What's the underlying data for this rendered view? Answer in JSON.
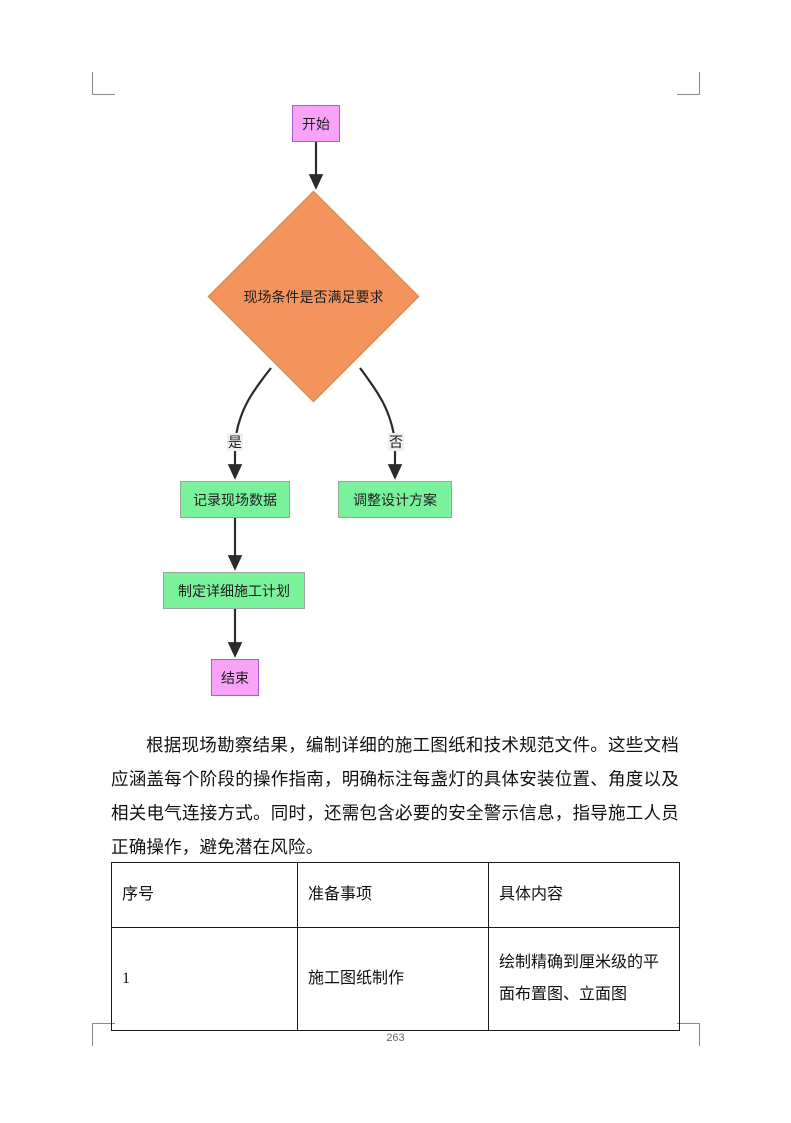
{
  "document": {
    "page_number": "263",
    "paragraph": "根据现场勘察结果，编制详细的施工图纸和技术规范文件。这些文档应涵盖每个阶段的操作指南，明确标注每盏灯的具体安装位置、角度以及相关电气连接方式。同时，还需包含必要的安全警示信息，指导施工人员正确操作，避免潜在风险。"
  },
  "flowchart": {
    "nodes": {
      "start": "开始",
      "decision": "现场条件是否满足要求",
      "record": "记录现场数据",
      "adjust": "调整设计方案",
      "plan": "制定详细施工计划",
      "end": "结束"
    },
    "edge_labels": {
      "yes": "是",
      "no": "否"
    },
    "colors": {
      "terminator_fill": "#f8a2f8",
      "terminator_border": "#a95fd4",
      "process_fill": "#79f29b",
      "process_border": "#9aa59c",
      "decision_fill": "#f2945c",
      "decision_border": "#e08a52",
      "connector": "#2b2b2b",
      "edge_label_bg": "#efefef"
    }
  },
  "table": {
    "headers": [
      "序号",
      "准备事项",
      "具体内容"
    ],
    "rows": [
      {
        "index": "1",
        "item": "施工图纸制作",
        "detail": "绘制精确到厘米级的平面布置图、立面图"
      }
    ]
  }
}
